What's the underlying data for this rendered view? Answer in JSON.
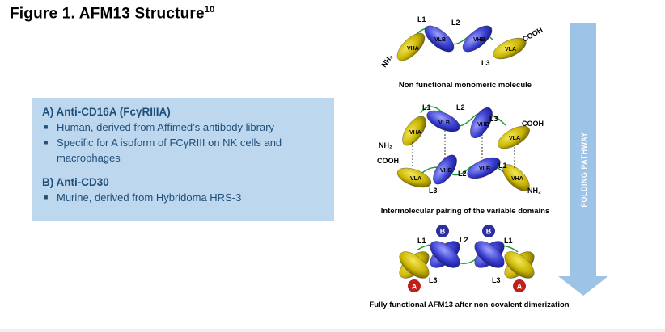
{
  "figure": {
    "title": "Figure 1. AFM13 Structure",
    "ref": "10"
  },
  "box": {
    "a_head": "A) Anti-CD16A (FcγRIIIA)",
    "a_items": [
      "Human, derived from Affimed’s antibody library",
      "Specific for A isoform of FCγRIII on NK cells and macrophages"
    ],
    "b_head": "B) Anti-CD30",
    "b_items": [
      "Murine, derived from Hybridoma HRS-3"
    ]
  },
  "diagram": {
    "caption_1": "Non functional monomeric molecule",
    "caption_2": "Intermolecular pairing of the variable domains",
    "caption_3": "Fully functional AFM13 after non-covalent dimerization",
    "pathway": "FOLDING PATHWAY",
    "l1": "L1",
    "l2": "L2",
    "l3": "L3",
    "nh2": "NH₂",
    "cooh": "COOH",
    "vha": "VHA",
    "vlb": "VLB",
    "vhb": "VHB",
    "vla": "VLA",
    "a": "A",
    "b": "B"
  },
  "colors": {
    "yellow": "#c9b400",
    "blue": "#3a3fcf",
    "box": "#bdd7ee",
    "arrow": "#9dc3e6",
    "red": "#c0201a",
    "linker": "#1e9b3a"
  }
}
